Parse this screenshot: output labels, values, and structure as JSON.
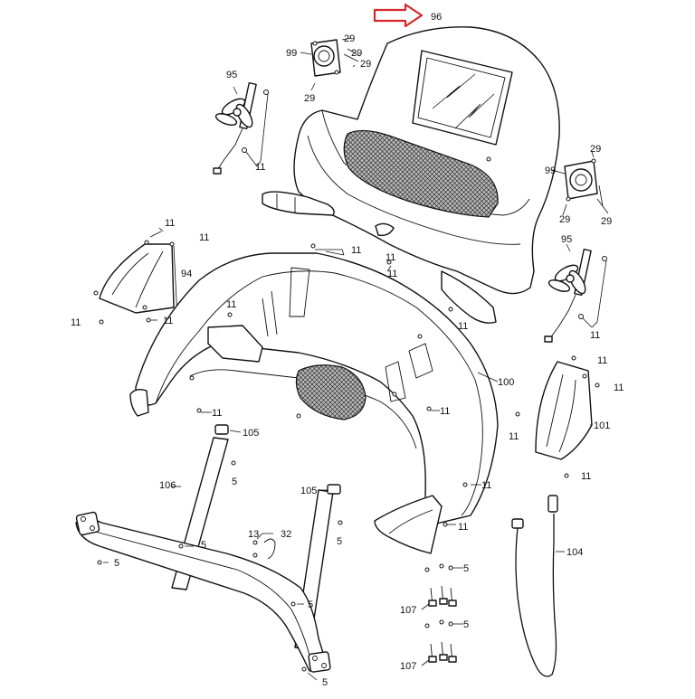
{
  "diagram": {
    "highlight_color": "#d62828",
    "line_color": "#111111",
    "callouts": {
      "c96": "96",
      "c29": "29",
      "c99": "99",
      "c95": "95",
      "c11": "11",
      "c94": "94",
      "c100": "100",
      "c101": "101",
      "c105": "105",
      "c106": "106",
      "c5": "5",
      "c13": "13",
      "c32": "32",
      "c104": "104",
      "c107": "107"
    }
  }
}
